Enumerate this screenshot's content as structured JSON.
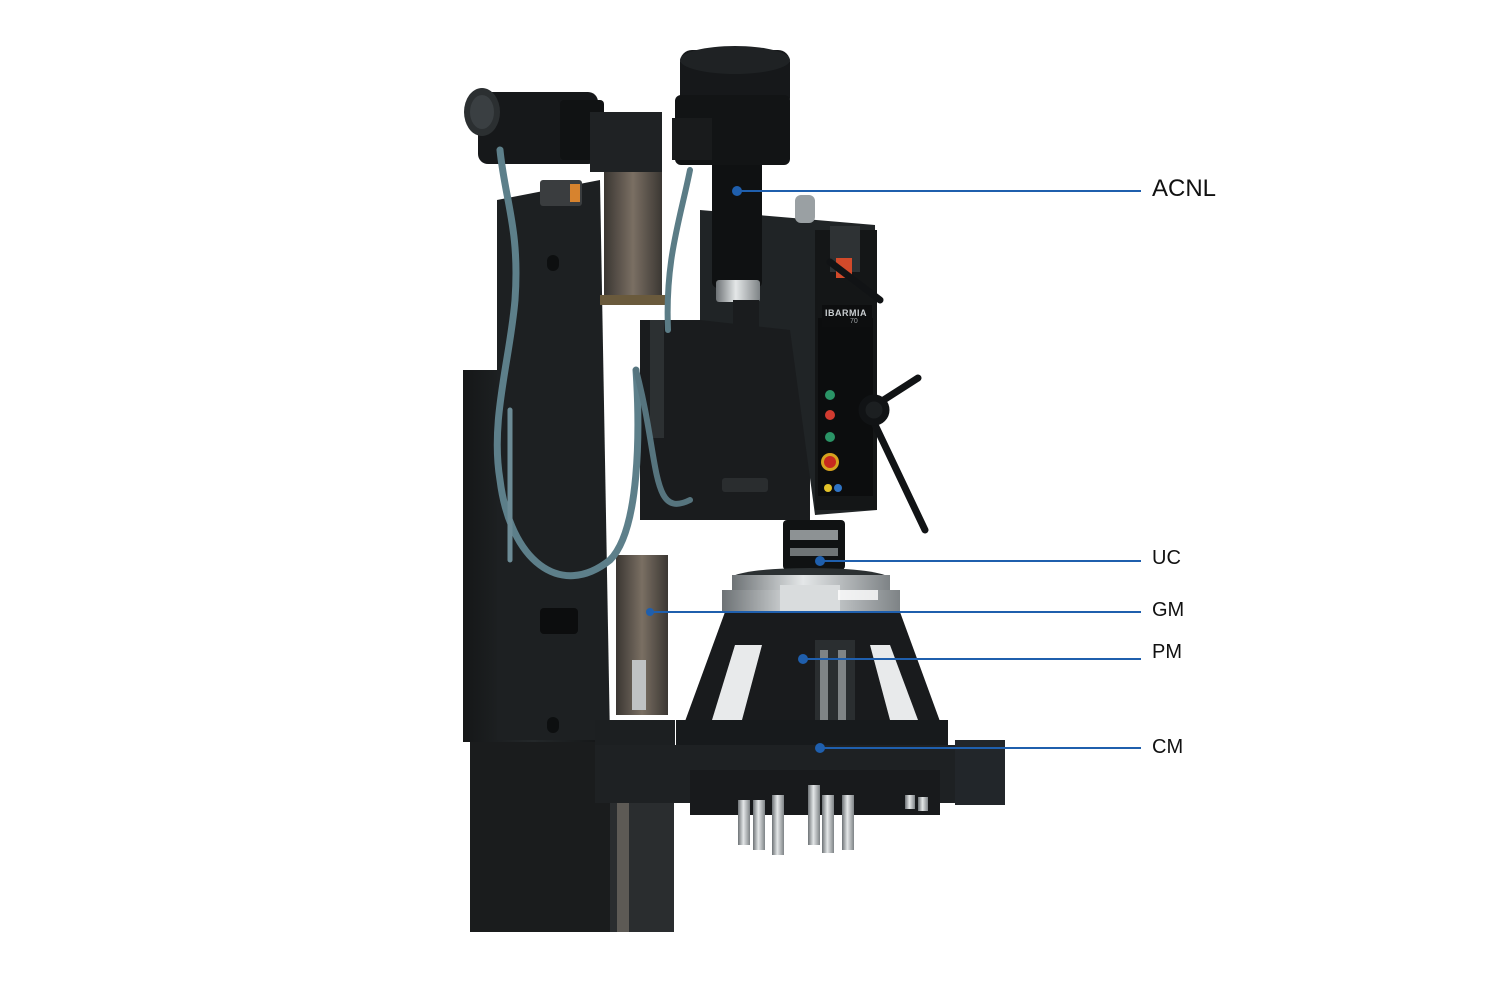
{
  "image": {
    "subject": "vertical drilling/tapping machine with multi-spindle head",
    "brand_plate": "IBARMIA",
    "model_plate": "70",
    "icon": "drilling-machine-illustration"
  },
  "callouts": [
    {
      "id": "acnl",
      "label": "ACNL"
    },
    {
      "id": "uc",
      "label": "UC"
    },
    {
      "id": "gm",
      "label": "GM"
    },
    {
      "id": "pm",
      "label": "PM"
    },
    {
      "id": "cm",
      "label": "CM"
    }
  ],
  "colors": {
    "background": "#ffffff",
    "machine_body": "#1b1e20",
    "leader_line": "#1f5fad",
    "label_text": "#111111"
  }
}
